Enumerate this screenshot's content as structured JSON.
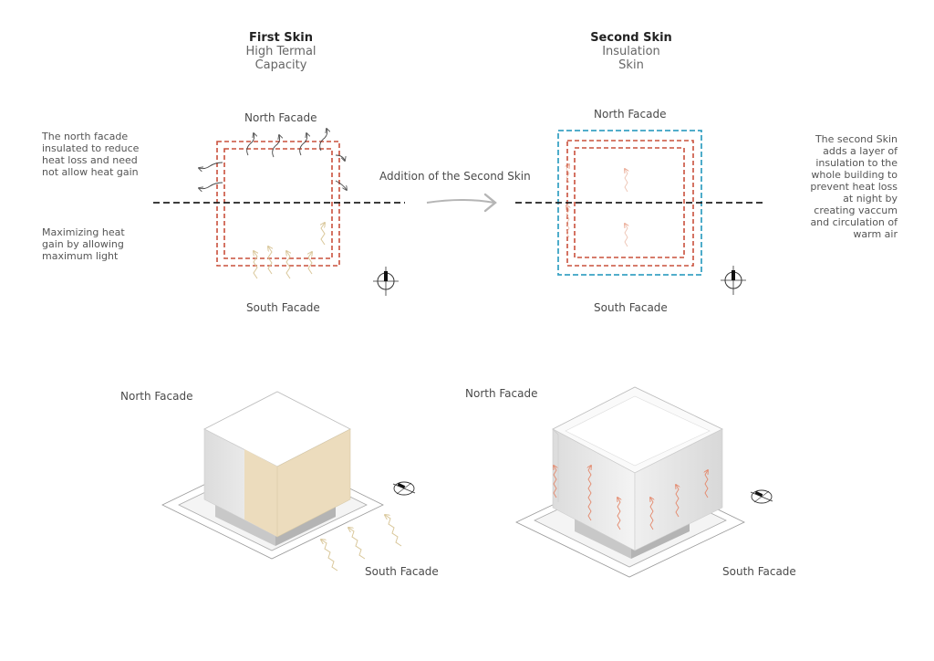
{
  "first_skin": {
    "title": "First Skin",
    "subtitle_line1": "High Termal",
    "subtitle_line2": "Capacity"
  },
  "second_skin": {
    "title": "Second Skin",
    "subtitle_line1": "Insulation",
    "subtitle_line2": "Skin"
  },
  "plan_left": {
    "north_label": "North Facade",
    "south_label": "South Facade"
  },
  "plan_right": {
    "north_label": "North Facade",
    "south_label": "South Facade"
  },
  "note_north": "The north facade\ninsulated to reduce\nheat loss and need\nnot allow heat gain",
  "note_south": "Maximizing heat\ngain by allowing\nmaximum light",
  "note_second_skin": "The second Skin\nadds a layer of\ninsulation to the\nwhole building to\nprevent heat loss\nat night by\ncreating vaccum\nand circulation of\nwarm air",
  "arrow_label": "Addition of the Second Skin",
  "iso_left": {
    "north_label": "North Facade",
    "south_label": "South Facade"
  },
  "iso_right": {
    "north_label": "North Facade",
    "south_label": "South Facade"
  },
  "colors": {
    "first_skin": "#c9503c",
    "second_skin": "#3aa3c4",
    "heat": "#d9c79a",
    "warm_air": "#e48a6e",
    "solar_face": "#ecdcbd"
  }
}
